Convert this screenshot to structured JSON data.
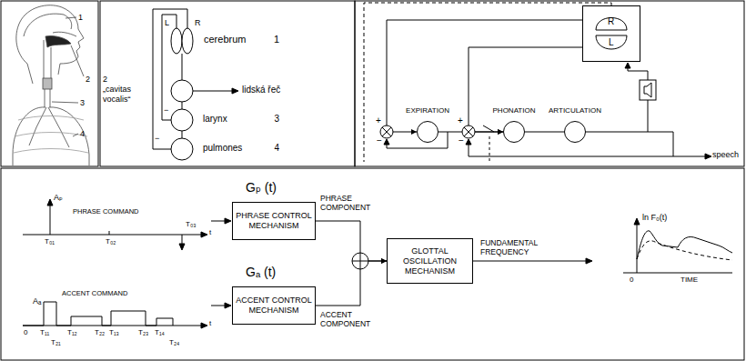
{
  "diagram": {
    "nodes": [
      {
        "text": [
          "cerebrum",
          "1"
        ]
      },
      {
        "text": [
          "2",
          "„cavitas vocalis“"
        ]
      },
      {
        "text": [
          "larynx",
          "3"
        ]
      },
      {
        "text": [
          "pulmones",
          "4"
        ]
      },
      {
        "text": [
          "R",
          "L"
        ]
      },
      {
        "text": [
          "EXPIRATION"
        ]
      },
      {
        "text": [
          "PHONATION"
        ]
      },
      {
        "text": [
          "ARTICULATION"
        ]
      },
      {
        "text": [
          "Gₚ (t)",
          "PHRASE CONTROL MECHANISM"
        ]
      },
      {
        "text": [
          "Gₐ (t)",
          "ACCENT CONTROL MECHANISM"
        ]
      },
      {
        "text": [
          "GLOTTAL OSCILLATION MECHANISM"
        ]
      }
    ],
    "edges": [
      {
        "from": 0,
        "to": 1,
        "arrow": "none"
      },
      {
        "from": 1,
        "to": 2,
        "arrow": "none"
      },
      {
        "from": 2,
        "to": 3,
        "arrow": "none"
      },
      {
        "from": 2,
        "to": 0,
        "arrow": "none"
      },
      {
        "from": 3,
        "to": 0,
        "arrow": "none"
      },
      {
        "from": 4,
        "to": 5,
        "arrow": "to"
      },
      {
        "from": 4,
        "to": 6,
        "arrow": "to"
      },
      {
        "from": 5,
        "to": 6,
        "arrow": "to"
      },
      {
        "from": 6,
        "to": 7,
        "arrow": "none"
      },
      {
        "from": 8,
        "to": 10,
        "arrow": "to"
      },
      {
        "from": 9,
        "to": 10,
        "arrow": "to"
      }
    ],
    "labels": [
      "1",
      "2",
      "3",
      "4",
      "L",
      "R",
      "lidská řeč",
      "−",
      "−",
      "+",
      "−",
      "+",
      "−",
      "speech",
      "PHRASE COMMAND",
      "Aₚ",
      "T₀₁",
      "T₀₂",
      "T₀₃",
      "t",
      "ACCENT COMMAND",
      "Aₐ",
      "0",
      "T₁₁",
      "T₂₁",
      "T₁₂",
      "T₂₂",
      "T₁₃",
      "T₂₃",
      "T₁₄",
      "T₂₄",
      "t",
      "PHRASE COMPONENT",
      "ACCENT COMPONENT",
      "FUNDAMENTAL FREQUENCY",
      "ln F₀(t)",
      "0",
      "TIME"
    ]
  }
}
